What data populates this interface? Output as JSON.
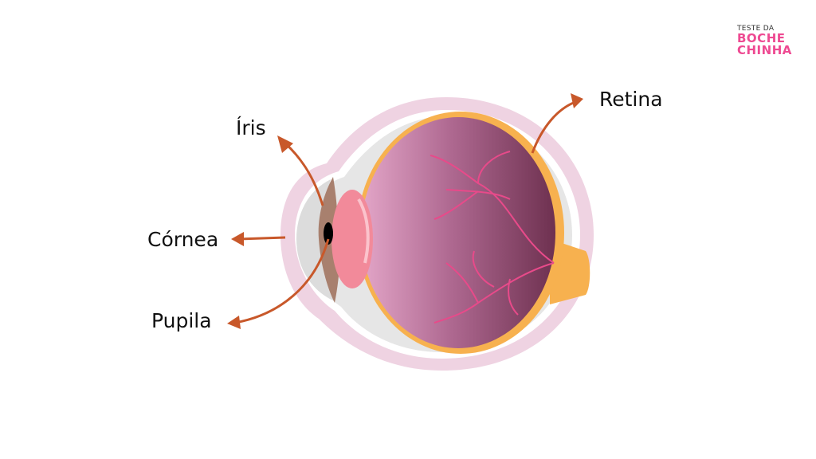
{
  "labels": {
    "iris": "Íris",
    "cornea": "Córnea",
    "pupil": "Pupila",
    "retina": "Retina"
  },
  "logo": {
    "line1": "TESTE DA",
    "line2": "BOCHE",
    "line3": "CHINHA"
  },
  "colors": {
    "arrow": "#c8582a",
    "logo": "#ee4a92",
    "retina": "#f7b14f",
    "outer": "#efd3e2",
    "lens": "#f28a9a",
    "iris": "#a8806e"
  }
}
